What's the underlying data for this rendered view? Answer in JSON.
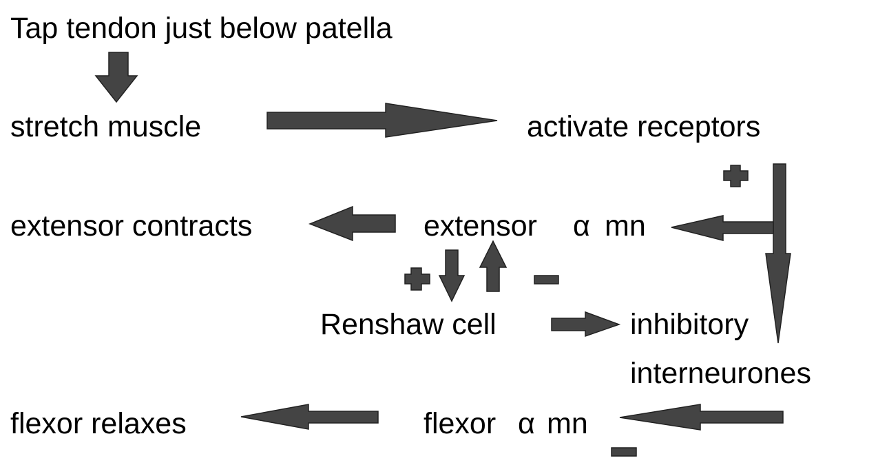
{
  "labels": {
    "tap_tendon": "Tap tendon just below patella",
    "stretch_muscle": "stretch muscle",
    "activate_receptors": "activate receptors",
    "extensor_contracts": "extensor contracts",
    "extensor_mn_prefix": "extensor",
    "extensor_mn_alpha": "α",
    "extensor_mn_suffix": "mn",
    "renshaw_cell": "Renshaw cell",
    "inhibitory": "inhibitory",
    "interneurones": "interneurones",
    "flexor_relaxes": "flexor relaxes",
    "flexor_mn_prefix": "flexor",
    "flexor_mn_alpha": "α",
    "flexor_mn_suffix": "mn"
  },
  "colors": {
    "arrow_fill": "#444444",
    "text": "#000000"
  },
  "icons": {
    "plus": "plus-sign-icon",
    "minus": "minus-sign-icon",
    "arrow": "arrow-icon"
  }
}
